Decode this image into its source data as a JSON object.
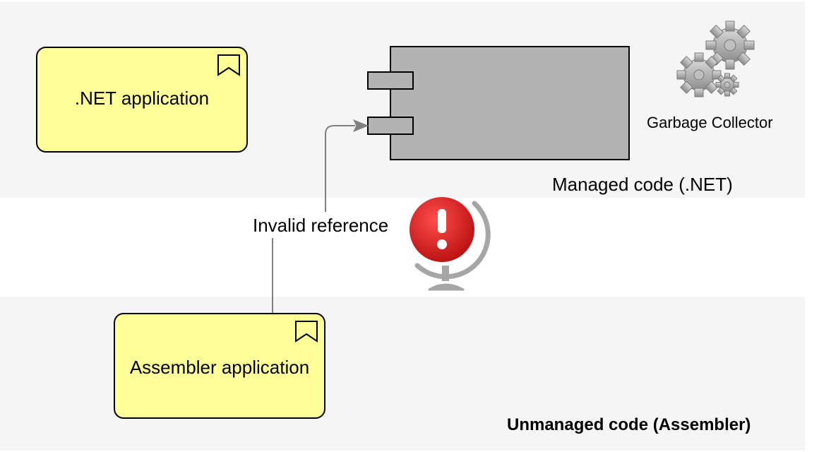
{
  "zones": {
    "managed_label": "Managed code (.NET)",
    "unmanaged_label": "Unmanaged code (Assembler)"
  },
  "nodes": {
    "dotnet_app": ".NET application",
    "assembler_app": "Assembler application",
    "garbage_collector": "Garbage Collector"
  },
  "edges": {
    "invalid_reference": "Invalid reference"
  },
  "icons": {
    "application_flag": "bookmark-flag-icon",
    "gears": "gears-icon",
    "error": "error-globe-icon",
    "component": "component-icon"
  },
  "colors": {
    "zone_background": "#f5f5f5",
    "application_fill": "#ffff99",
    "component_fill": "#b3b3b3",
    "error_red": "#d42a2a",
    "connector_gray": "#808080"
  }
}
